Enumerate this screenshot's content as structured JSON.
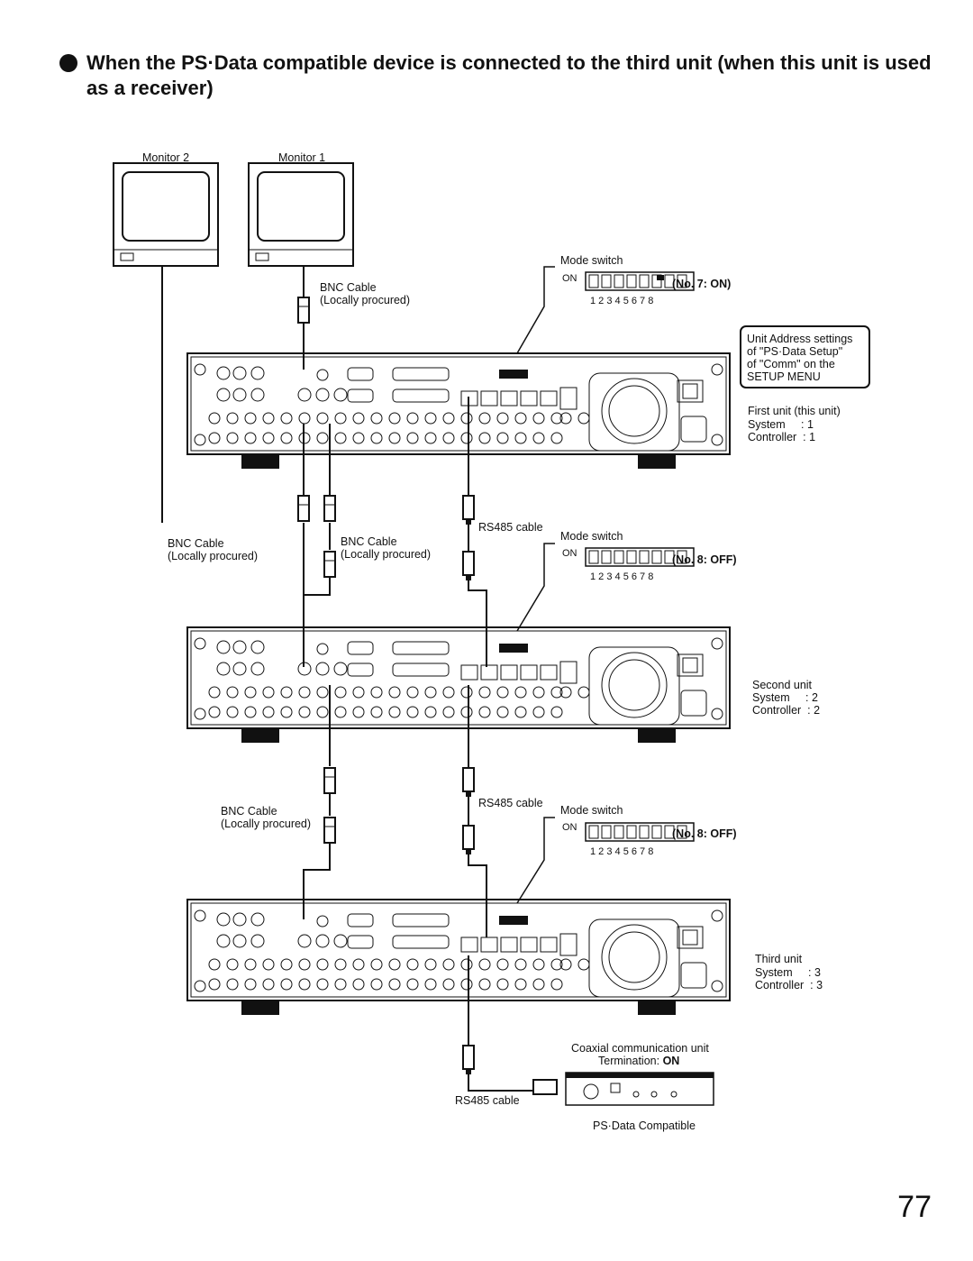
{
  "heading": "When the PS·Data compatible device is connected to the third unit (when this unit is used as a receiver)",
  "monitors": {
    "monitor2": "Monitor 2",
    "monitor1": "Monitor 1"
  },
  "cables": {
    "bnc_top": [
      "BNC Cable",
      "(Locally procured)"
    ],
    "bnc_left": [
      "BNC Cable",
      "(Locally procured)"
    ],
    "bnc_mid": [
      "BNC Cable",
      "(Locally procured)"
    ],
    "bnc_lower": [
      "BNC Cable",
      "(Locally procured)"
    ],
    "rs485_1": "RS485 cable",
    "rs485_2": "RS485 cable",
    "rs485_3": "RS485 cable"
  },
  "mode_switches": [
    {
      "title": "Mode switch",
      "on_label": "ON",
      "numbers": "1 2 3 4 5 6 7 8",
      "setting": "(No. 7: ON)"
    },
    {
      "title": "Mode switch",
      "on_label": "ON",
      "numbers": "1 2 3 4 5 6 7 8",
      "setting": "(No. 8: OFF)"
    },
    {
      "title": "Mode switch",
      "on_label": "ON",
      "numbers": "1 2 3 4 5 6 7 8",
      "setting": "(No. 8: OFF)"
    }
  ],
  "address_note": [
    "Unit Address settings",
    "of \"PS·Data Setup\"",
    "of \"Comm\" on the",
    "SETUP MENU"
  ],
  "units": [
    {
      "name": "First unit (this unit)",
      "system": "System     : 1",
      "controller": "Controller  : 1"
    },
    {
      "name": "Second unit",
      "system": "System     : 2",
      "controller": "Controller  : 2"
    },
    {
      "name": "Third unit",
      "system": "System     : 3",
      "controller": "Controller  : 3"
    }
  ],
  "coax_unit": {
    "title": "Coaxial communication unit",
    "termination_label": "Termination: ",
    "termination_value": "ON",
    "caption": "PS·Data Compatible"
  },
  "page_number": "77"
}
